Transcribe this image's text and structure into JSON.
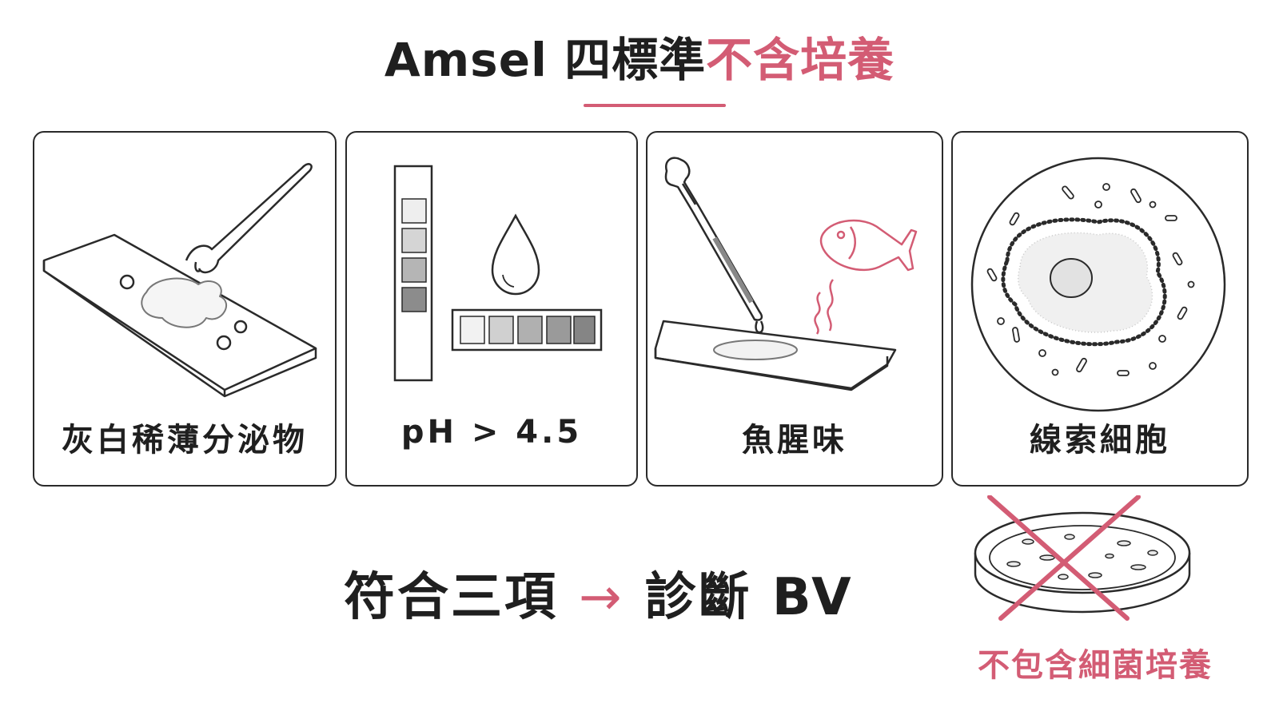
{
  "title": {
    "main": "Amsel 四標準",
    "accent": "不含培養"
  },
  "criteria": [
    {
      "label": "灰白稀薄分泌物",
      "icon": "slide-discharge-icon"
    },
    {
      "label": "pH > 4.5",
      "icon": "ph-strip-icon"
    },
    {
      "label": "魚腥味",
      "icon": "fishy-odor-icon"
    },
    {
      "label": "線索細胞",
      "icon": "clue-cell-icon"
    }
  ],
  "diagnosis": {
    "condition": "符合三項",
    "arrow": "→",
    "result": "診斷 BV"
  },
  "exclusion": {
    "label": "不包含細菌培養",
    "icon": "crossed-petri-dish-icon"
  },
  "colors": {
    "accent": "#d35c74",
    "ink": "#2a2a2a"
  }
}
